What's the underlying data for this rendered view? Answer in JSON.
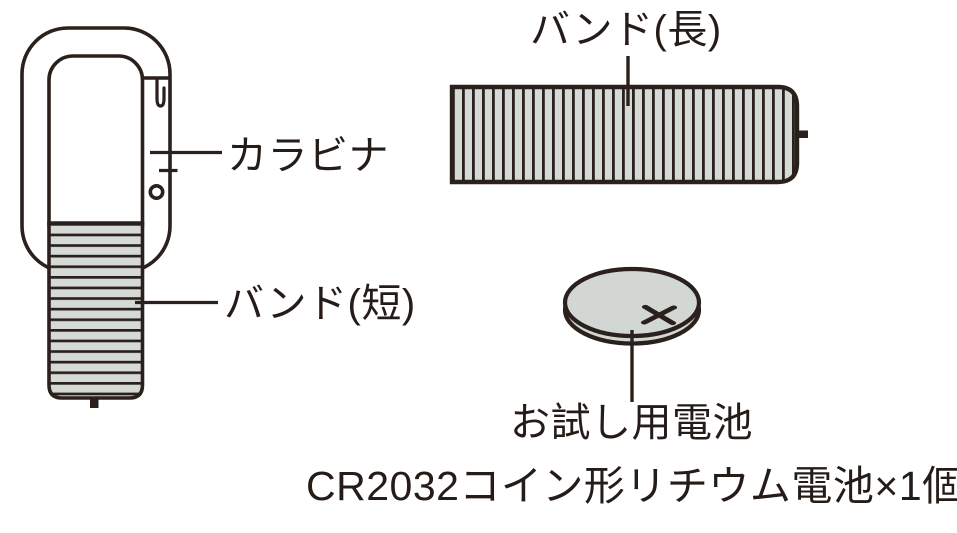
{
  "diagram": {
    "title_hint": "package contents parts diagram",
    "labels": {
      "carabiner": "カラビナ",
      "band_short": "バンド(短)",
      "band_long": "バンド(長)",
      "trial_battery": "お試し用電池",
      "caption": "CR2032コイン形リチウム電池×1個"
    },
    "marks": {
      "battery_terminal": "plus-mark"
    },
    "colors": {
      "ink": "#2a211d",
      "band_fill": "#d6dad6",
      "battery_fill": "#d3d7d3",
      "background": "#ffffff"
    }
  }
}
